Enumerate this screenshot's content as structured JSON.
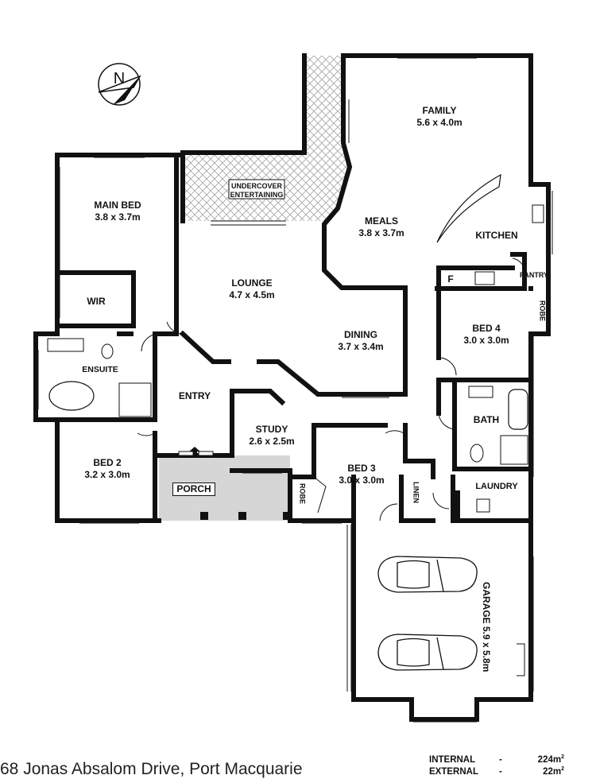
{
  "rooms": {
    "family": {
      "name": "FAMILY",
      "dim": "5.6 x 4.0m"
    },
    "meals": {
      "name": "MEALS",
      "dim": "3.8 x 3.7m"
    },
    "kitchen": {
      "name": "KITCHEN"
    },
    "pantry": {
      "name": "PANTRY"
    },
    "fridge": {
      "name": "F"
    },
    "main_bed": {
      "name": "MAIN BED",
      "dim": "3.8 x 3.7m"
    },
    "wir": {
      "name": "WIR"
    },
    "ensuite": {
      "name": "ENSUITE"
    },
    "undercover": {
      "name": "UNDERCOVER",
      "name2": "ENTERTAINING"
    },
    "lounge": {
      "name": "LOUNGE",
      "dim": "4.7 x 4.5m"
    },
    "dining": {
      "name": "DINING",
      "dim": "3.7 x 3.4m"
    },
    "bed4": {
      "name": "BED 4",
      "dim": "3.0 x 3.0m"
    },
    "robe_b4": {
      "name": "ROBE"
    },
    "entry": {
      "name": "ENTRY"
    },
    "bath": {
      "name": "BATH"
    },
    "study": {
      "name": "STUDY",
      "dim": "2.6 x 2.5m"
    },
    "bed3": {
      "name": "BED 3",
      "dim": "3.0 x 3.0m"
    },
    "bed2": {
      "name": "BED 2",
      "dim": "3.2 x 3.0m"
    },
    "porch": {
      "name": "PORCH"
    },
    "robe_b3": {
      "name": "ROBE"
    },
    "linen": {
      "name": "LINEN"
    },
    "laundry": {
      "name": "LAUNDRY"
    },
    "garage": {
      "name": "GARAGE",
      "dim": "5.9 x 5.8m"
    }
  },
  "compass": {
    "label": "N"
  },
  "footer": {
    "address": "68 Jonas Absalom Drive, Port Macquarie",
    "internal_label": "INTERNAL",
    "internal_value": "224m",
    "external_label": "EXTERNAL",
    "external_value": "22m",
    "separator": "-",
    "unit_sup": "2"
  },
  "colors": {
    "wall": "#111111",
    "porch_fill": "#d6d6d6",
    "deck_pattern": "#9a9a9a"
  }
}
